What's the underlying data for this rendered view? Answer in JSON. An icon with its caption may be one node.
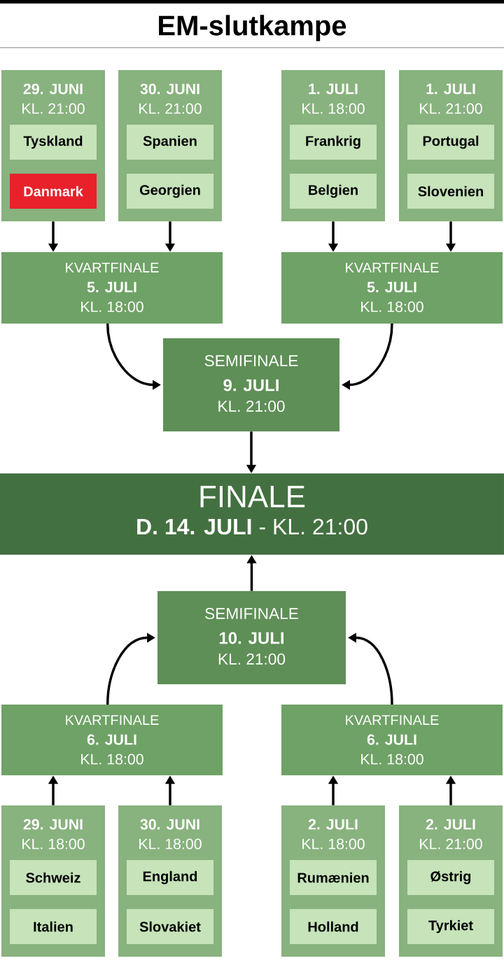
{
  "diagram": {
    "title": "EM-slutkampe",
    "nodes": [
      {
        "text": [
          "29. JUNI",
          "KL. 21:00"
        ]
      },
      {
        "text": [
          "Tyskland"
        ],
        "in": 0
      },
      {
        "text": [
          "Danmark"
        ],
        "in": 0
      },
      {
        "text": [
          "30. JUNI",
          "KL. 21:00"
        ]
      },
      {
        "text": [
          "Spanien"
        ],
        "in": 3
      },
      {
        "text": [
          "Georgien"
        ],
        "in": 3
      },
      {
        "text": [
          "1. JULI",
          "KL. 18:00"
        ]
      },
      {
        "text": [
          "Frankrig"
        ],
        "in": 6
      },
      {
        "text": [
          "Belgien"
        ],
        "in": 6
      },
      {
        "text": [
          "1. JULI",
          "KL. 21:00"
        ]
      },
      {
        "text": [
          "Portugal"
        ],
        "in": 9
      },
      {
        "text": [
          "Slovenien"
        ],
        "in": 9
      },
      {
        "text": [
          "KVARTFINALE",
          "5. JULI",
          "KL. 18:00"
        ]
      },
      {
        "text": [
          "KVARTFINALE",
          "5. JULI",
          "KL. 18:00"
        ]
      },
      {
        "text": [
          "SEMIFINALE",
          "9. JULI",
          "KL. 21:00"
        ]
      },
      {
        "text": [
          "FINALE",
          "**D. 14. JULI** - KL. 21:00"
        ]
      },
      {
        "text": [
          "SEMIFINALE",
          "10. JULI",
          "KL. 21:00"
        ]
      },
      {
        "text": [
          "KVARTFINALE",
          "6. JULI",
          "KL. 18:00"
        ]
      },
      {
        "text": [
          "KVARTFINALE",
          "6. JULI",
          "KL. 18:00"
        ]
      },
      {
        "text": [
          "29. JUNI",
          "KL. 18:00"
        ]
      },
      {
        "text": [
          "Schweiz"
        ],
        "in": 19
      },
      {
        "text": [
          "Italien"
        ],
        "in": 19
      },
      {
        "text": [
          "30. JUNI",
          "KL. 18:00"
        ]
      },
      {
        "text": [
          "England"
        ],
        "in": 22
      },
      {
        "text": [
          "Slovakiet"
        ],
        "in": 22
      },
      {
        "text": [
          "2. JULI",
          "KL. 18:00"
        ]
      },
      {
        "text": [
          "Rumænien"
        ],
        "in": 25
      },
      {
        "text": [
          "Holland"
        ],
        "in": 25
      },
      {
        "text": [
          "2. JULI",
          "KL. 21:00"
        ]
      },
      {
        "text": [
          "Østrig"
        ],
        "in": 28
      },
      {
        "text": [
          "Tyrkiet"
        ],
        "in": 28
      }
    ],
    "edges": [
      {
        "from": 0,
        "to": 12,
        "arrow": "to"
      },
      {
        "from": 3,
        "to": 12,
        "arrow": "to"
      },
      {
        "from": 6,
        "to": 13,
        "arrow": "to"
      },
      {
        "from": 9,
        "to": 13,
        "arrow": "to"
      },
      {
        "from": 12,
        "to": 14,
        "arrow": "to"
      },
      {
        "from": 13,
        "to": 14,
        "arrow": "to"
      },
      {
        "from": 14,
        "to": 15,
        "arrow": "to"
      },
      {
        "from": 16,
        "to": 15,
        "arrow": "to"
      },
      {
        "from": 17,
        "to": 16,
        "arrow": "to"
      },
      {
        "from": 18,
        "to": 16,
        "arrow": "to"
      },
      {
        "from": 19,
        "to": 17,
        "arrow": "to"
      },
      {
        "from": 22,
        "to": 17,
        "arrow": "to"
      },
      {
        "from": 25,
        "to": 18,
        "arrow": "to"
      },
      {
        "from": 28,
        "to": 18,
        "arrow": "to"
      }
    ]
  }
}
